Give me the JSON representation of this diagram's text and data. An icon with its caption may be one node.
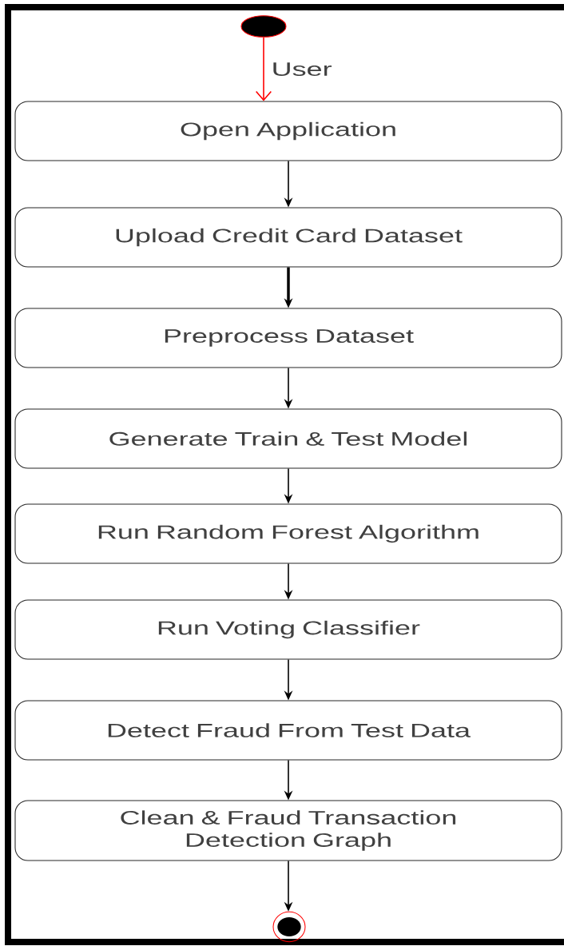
{
  "diagram": {
    "nodes": [
      {
        "text": [],
        "shape": "circle"
      },
      {
        "text": [
          "Open Application"
        ]
      },
      {
        "text": [
          "Upload Credit Card Dataset"
        ]
      },
      {
        "text": [
          "Preprocess Dataset"
        ]
      },
      {
        "text": [
          "Generate Train & Test Model"
        ]
      },
      {
        "text": [
          "Run Random Forest Algorithm"
        ]
      },
      {
        "text": [
          "Run Voting Classifier"
        ]
      },
      {
        "text": [
          "Detect Fraud From Test Data"
        ]
      },
      {
        "text": [
          "Clean & Fraud Transaction Detection Graph"
        ]
      },
      {
        "text": [],
        "shape": "circle"
      }
    ],
    "edges": [
      {
        "from": 0,
        "to": 1,
        "arrow": "to",
        "label": "User",
        "color": "#ff0000"
      },
      {
        "from": 1,
        "to": 2,
        "arrow": "to"
      },
      {
        "from": 2,
        "to": 3,
        "arrow": "to",
        "style": "thick"
      },
      {
        "from": 3,
        "to": 4,
        "arrow": "to"
      },
      {
        "from": 4,
        "to": 5,
        "arrow": "to"
      },
      {
        "from": 5,
        "to": 6,
        "arrow": "to"
      },
      {
        "from": 6,
        "to": 7,
        "arrow": "to"
      },
      {
        "from": 7,
        "to": 8,
        "arrow": "to"
      },
      {
        "from": 8,
        "to": 9,
        "arrow": "to"
      }
    ]
  }
}
